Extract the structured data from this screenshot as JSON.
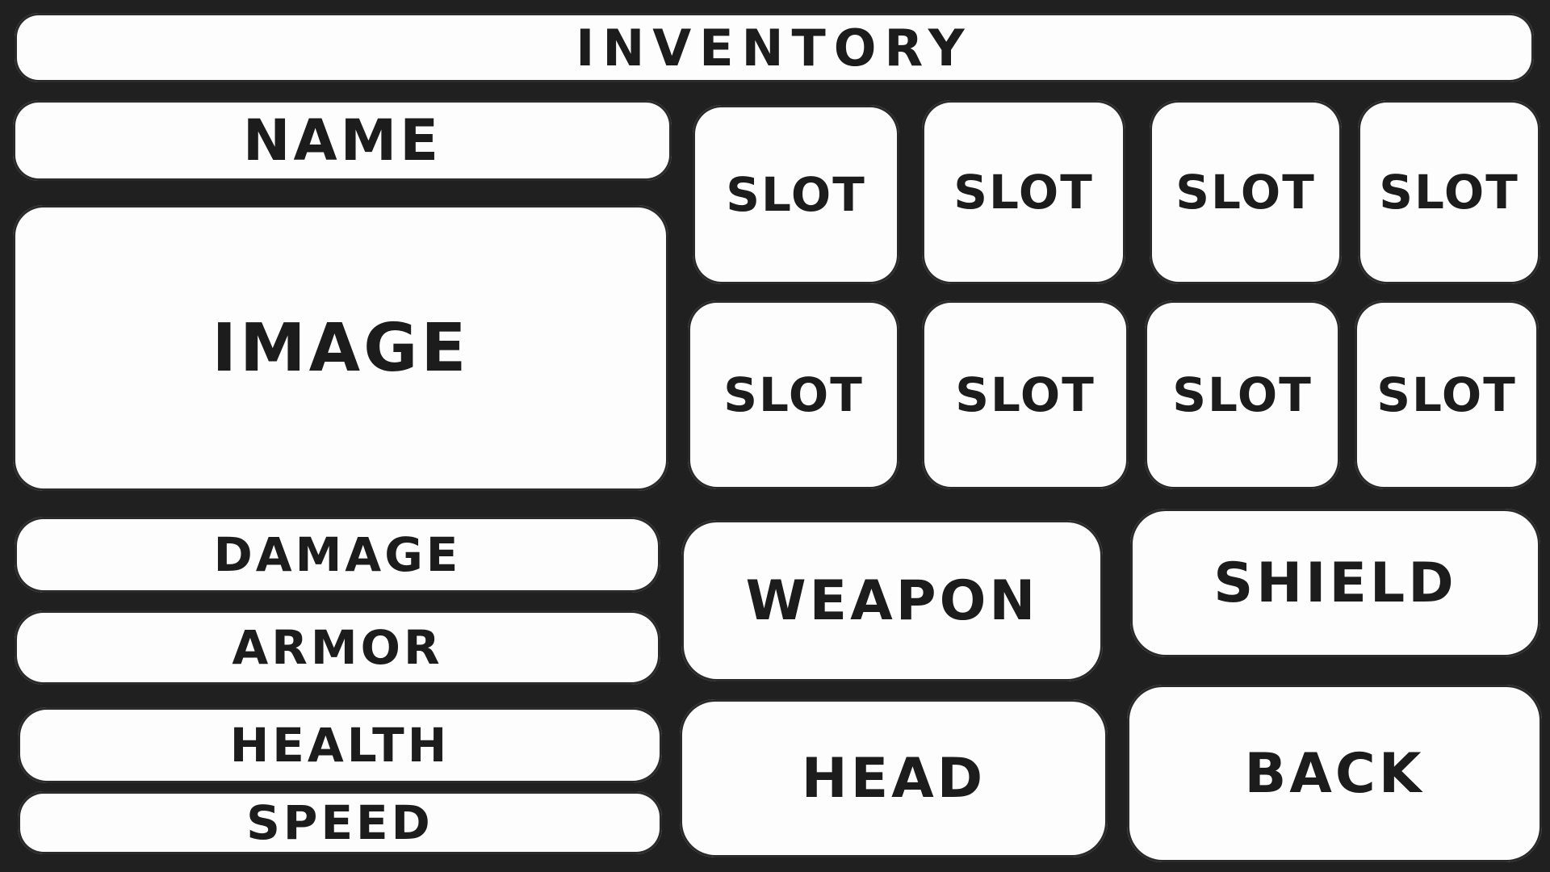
{
  "title": "INVENTORY",
  "item": {
    "name_label": "NAME",
    "image_label": "IMAGE"
  },
  "stats": [
    {
      "label": "DAMAGE"
    },
    {
      "label": "ARMOR"
    },
    {
      "label": "HEALTH"
    },
    {
      "label": "SPEED"
    }
  ],
  "slots": [
    {
      "label": "SLOT"
    },
    {
      "label": "SLOT"
    },
    {
      "label": "SLOT"
    },
    {
      "label": "SLOT"
    },
    {
      "label": "SLOT"
    },
    {
      "label": "SLOT"
    },
    {
      "label": "SLOT"
    },
    {
      "label": "SLOT"
    }
  ],
  "equipment": {
    "weapon_label": "WEAPON",
    "shield_label": "SHIELD",
    "head_label": "HEAD",
    "back_label": "BACK"
  },
  "colors": {
    "background": "#202020",
    "panel": "#fdfdfd",
    "ink": "#1c1c1c"
  }
}
